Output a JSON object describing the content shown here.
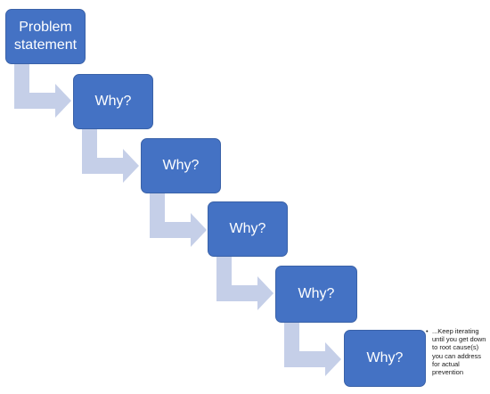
{
  "diagram": {
    "steps": [
      {
        "label": "Problem statement"
      },
      {
        "label": "Why?"
      },
      {
        "label": "Why?"
      },
      {
        "label": "Why?"
      },
      {
        "label": "Why?"
      },
      {
        "label": "Why?"
      }
    ],
    "note": {
      "bullet": "•",
      "text": "...Keep iterating until you get down to root cause(s) you can address for actual prevention"
    }
  },
  "colors": {
    "box_fill": "#4472c4",
    "box_border": "#3a62a8",
    "box_text": "#ffffff",
    "connector": "#c5cfe8"
  }
}
